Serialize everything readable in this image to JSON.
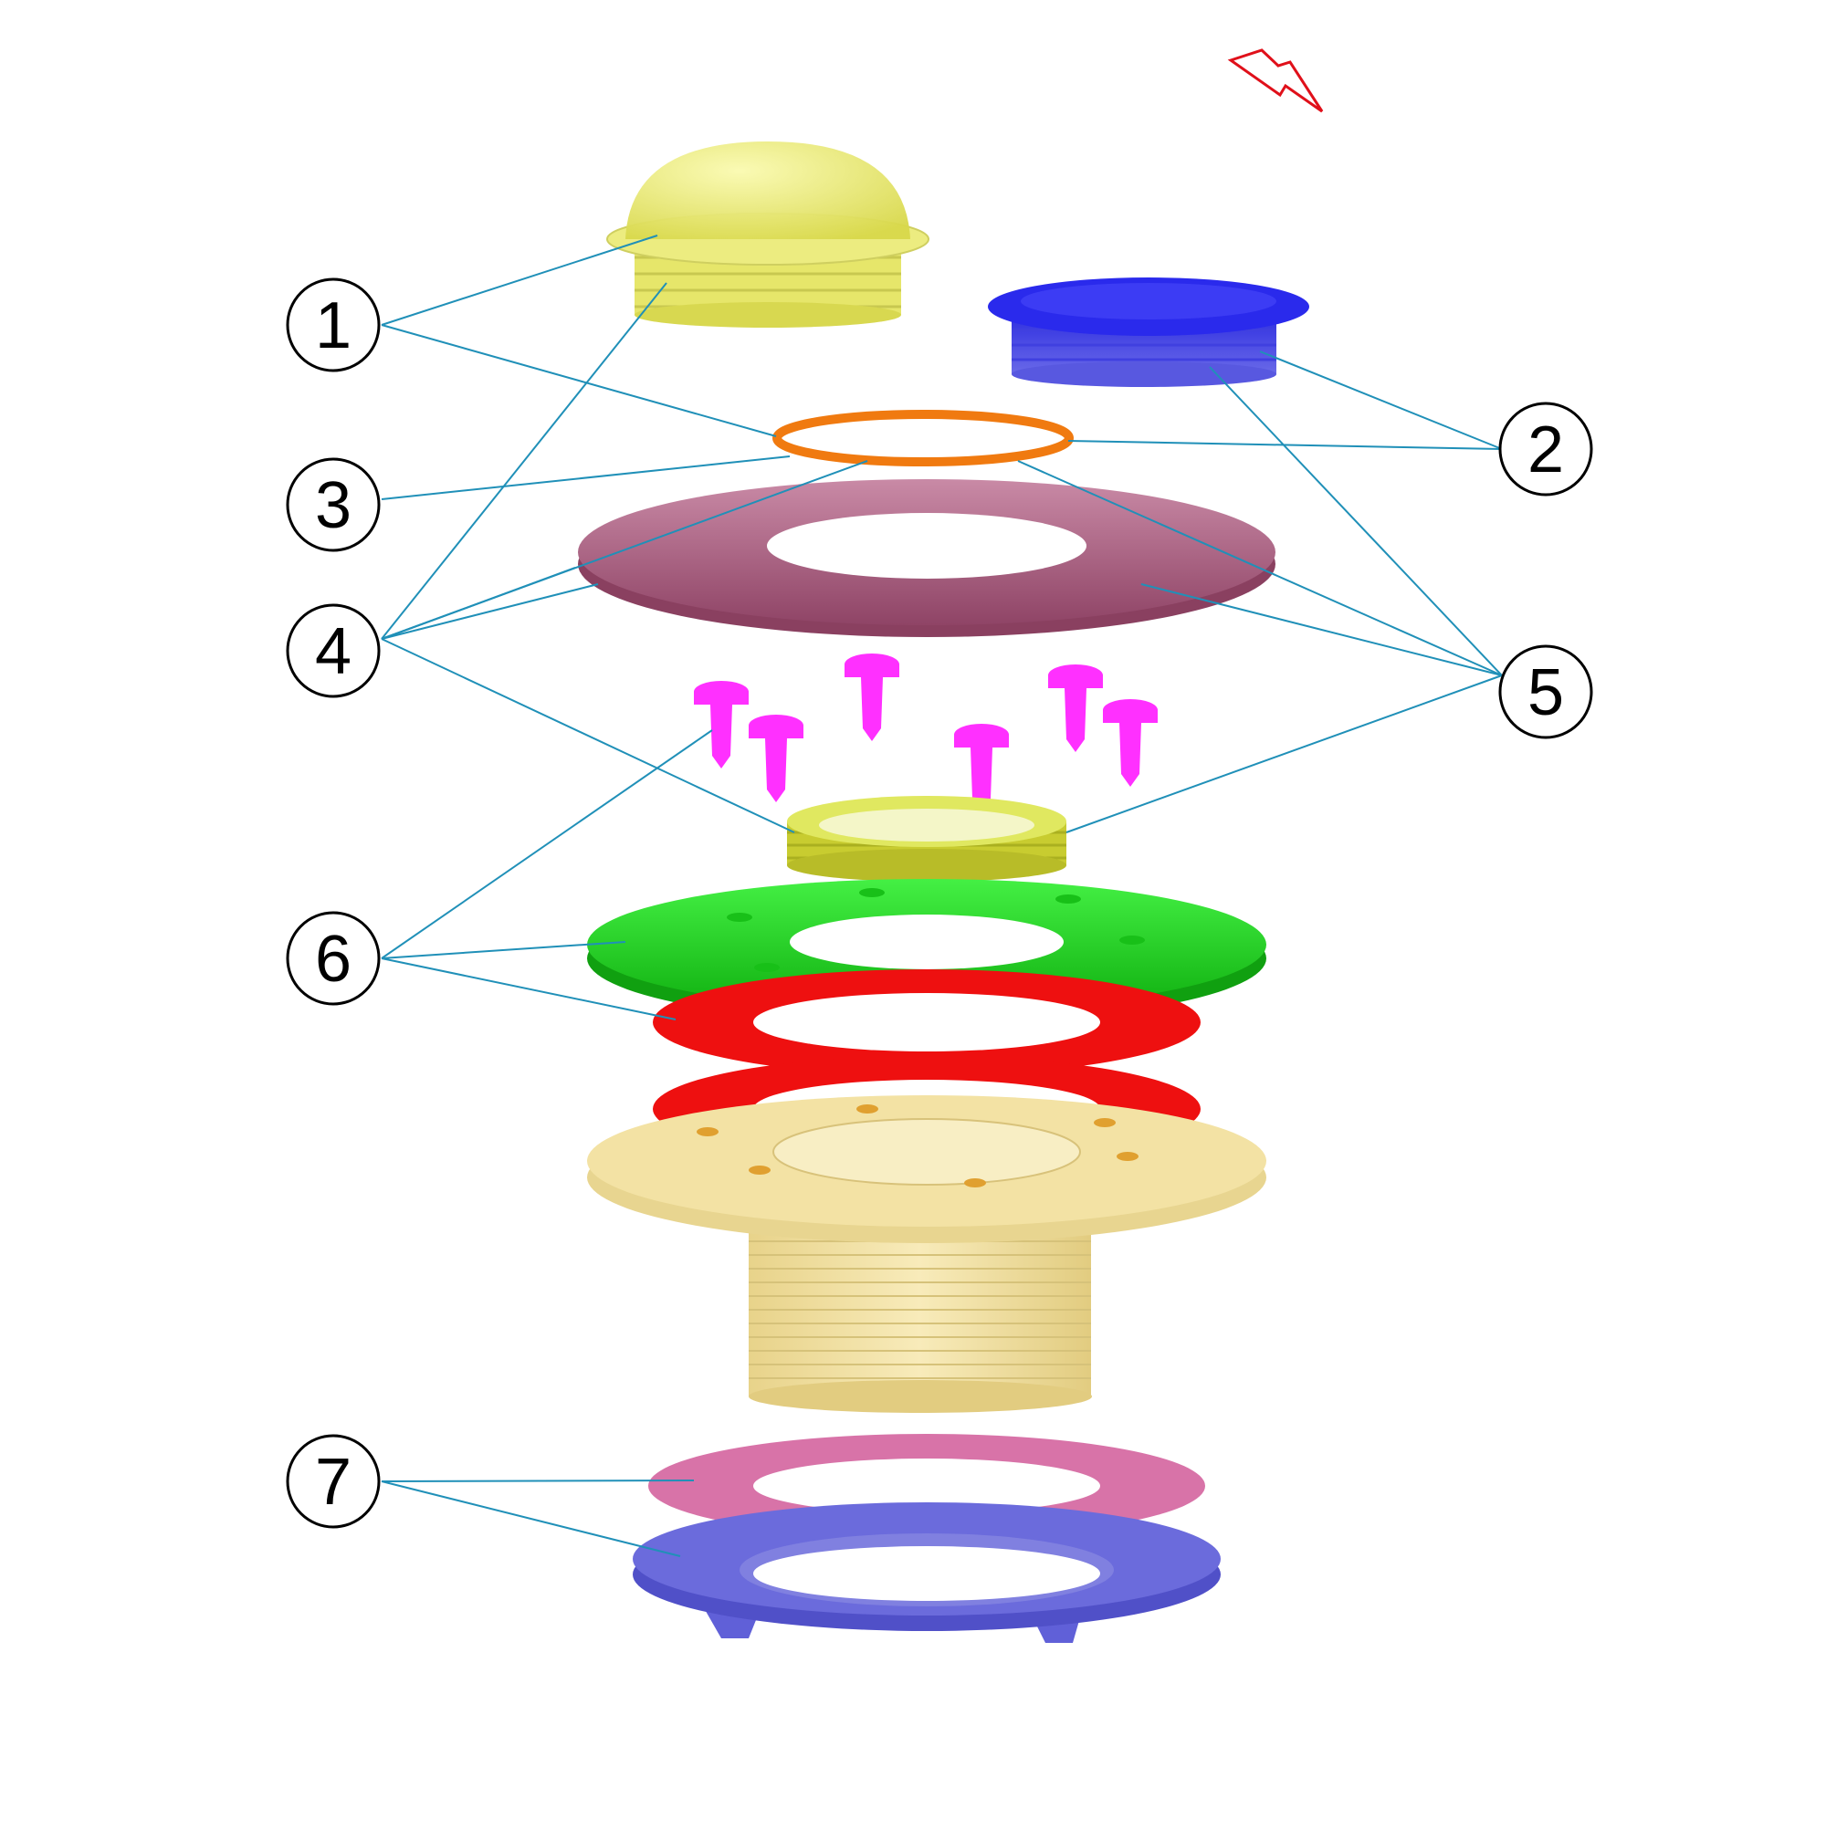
{
  "callouts": [
    {
      "label": "1"
    },
    {
      "label": "2"
    },
    {
      "label": "3"
    },
    {
      "label": "4"
    },
    {
      "label": "5"
    },
    {
      "label": "6"
    },
    {
      "label": "7"
    }
  ],
  "icons": {
    "lightning": "lightning-bolt-icon"
  },
  "colors": {
    "dome": "#e8e85a",
    "blue_cap": "#3b3bd8",
    "oring": "#f07a10",
    "mauve_flange": "#b86a8c",
    "screws": "#ff30ff",
    "yellow_ring": "#d8e23a",
    "green_flange": "#22e020",
    "red_gasket": "#ee1010",
    "body": "#f3e2a4",
    "pink_gasket": "#d873a8",
    "blue_nut": "#6b6bdc",
    "leader_line": "#2090b8",
    "bolt": "#e0101a"
  }
}
